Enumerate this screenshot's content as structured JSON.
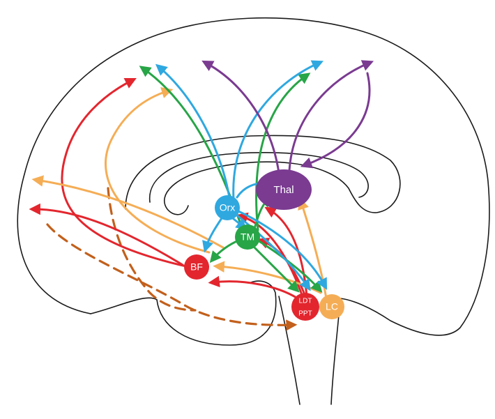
{
  "colors": {
    "red": "#e3262e",
    "orange": "#f5ad55",
    "green": "#27a547",
    "blue": "#2fa8e0",
    "purple": "#7a3b91",
    "dashed": "#c2601c",
    "outline": "#1a1a1a"
  },
  "nodes": {
    "thal": {
      "label": "Thal",
      "color": "#7a3b91"
    },
    "orx": {
      "label": "Orx",
      "color": "#2fa8e0"
    },
    "tm": {
      "label": "TM",
      "color": "#27a547"
    },
    "bf": {
      "label": "BF",
      "color": "#e3262e"
    },
    "ldt": {
      "label": "LDT",
      "color": "#e3262e"
    },
    "ppt": {
      "label": "PPT",
      "color": "#e3262e"
    },
    "lc": {
      "label": "LC",
      "color": "#f5ad55"
    }
  }
}
